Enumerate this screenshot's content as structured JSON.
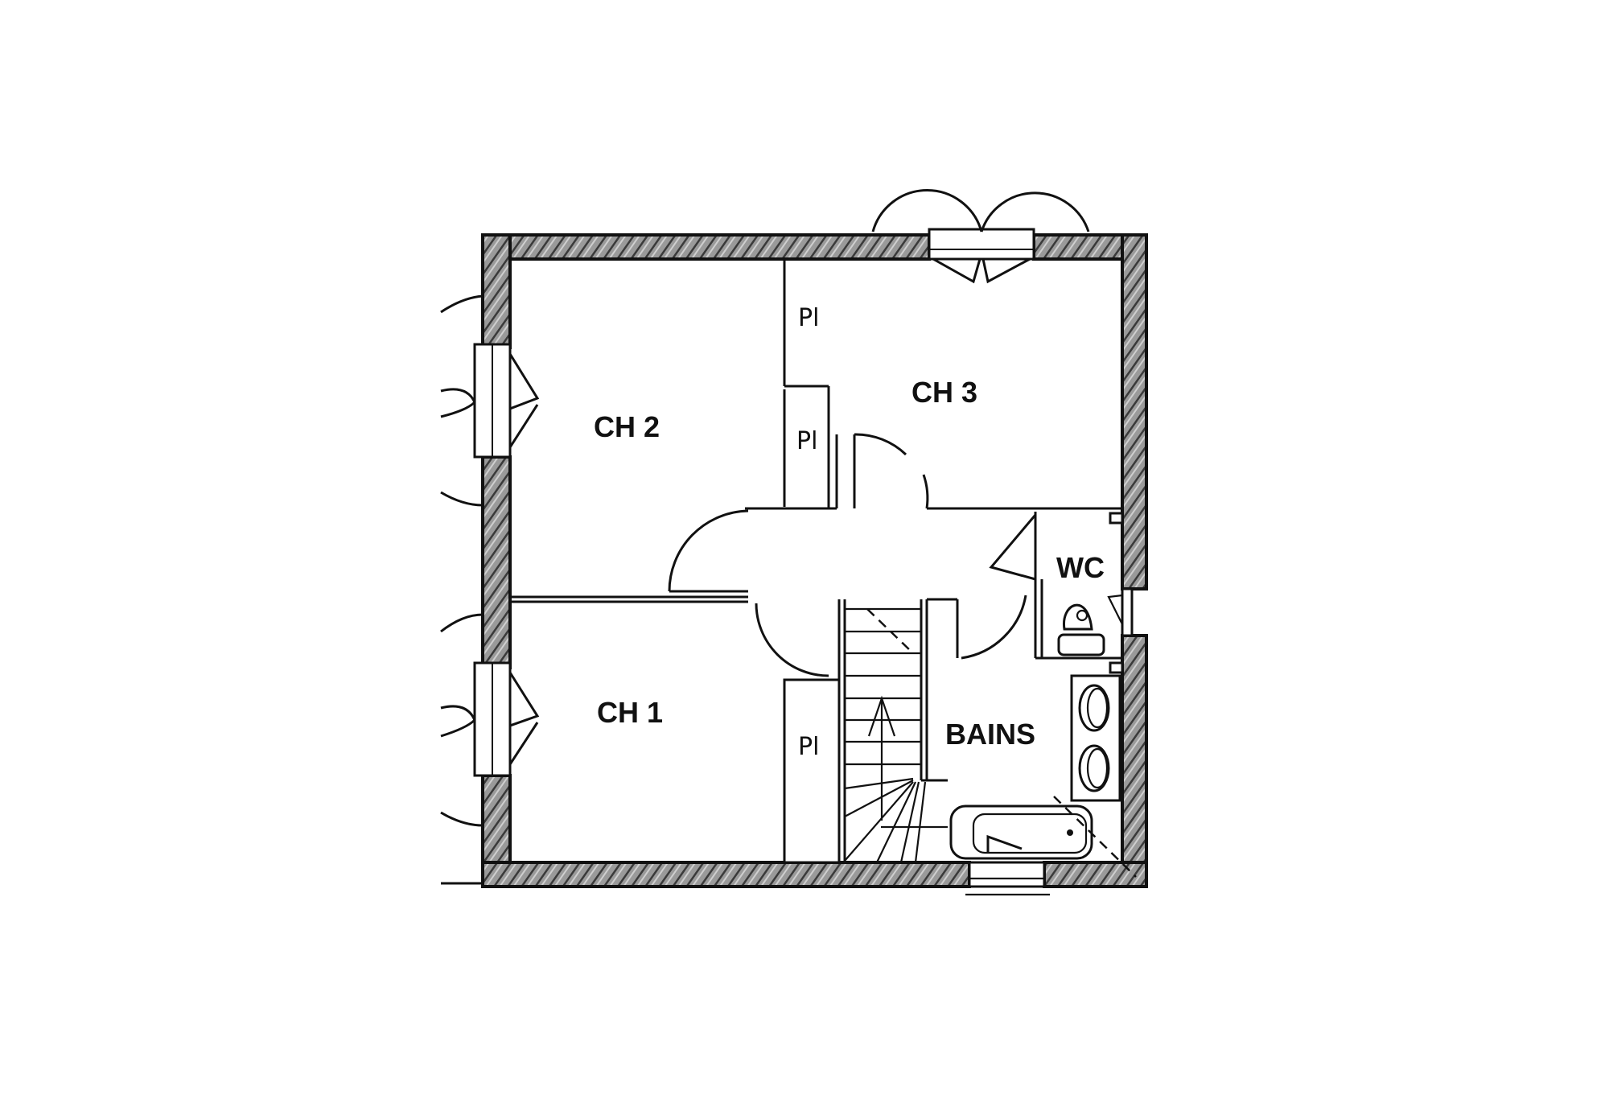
{
  "plan": {
    "type": "floor-plan",
    "rooms": [
      {
        "id": "ch2",
        "label": "CH 2"
      },
      {
        "id": "ch3",
        "label": "CH 3"
      },
      {
        "id": "ch1",
        "label": "CH 1"
      },
      {
        "id": "wc",
        "label": "WC"
      },
      {
        "id": "bains",
        "label": "BAINS"
      }
    ],
    "closets": [
      {
        "id": "pl-top",
        "label": "Pl"
      },
      {
        "id": "pl-mid",
        "label": "Pl"
      },
      {
        "id": "pl-bottom",
        "label": "Pl"
      }
    ],
    "colors": {
      "ink": "#111111",
      "wall_fill": "#8a8a8a",
      "background": "#ffffff"
    }
  }
}
